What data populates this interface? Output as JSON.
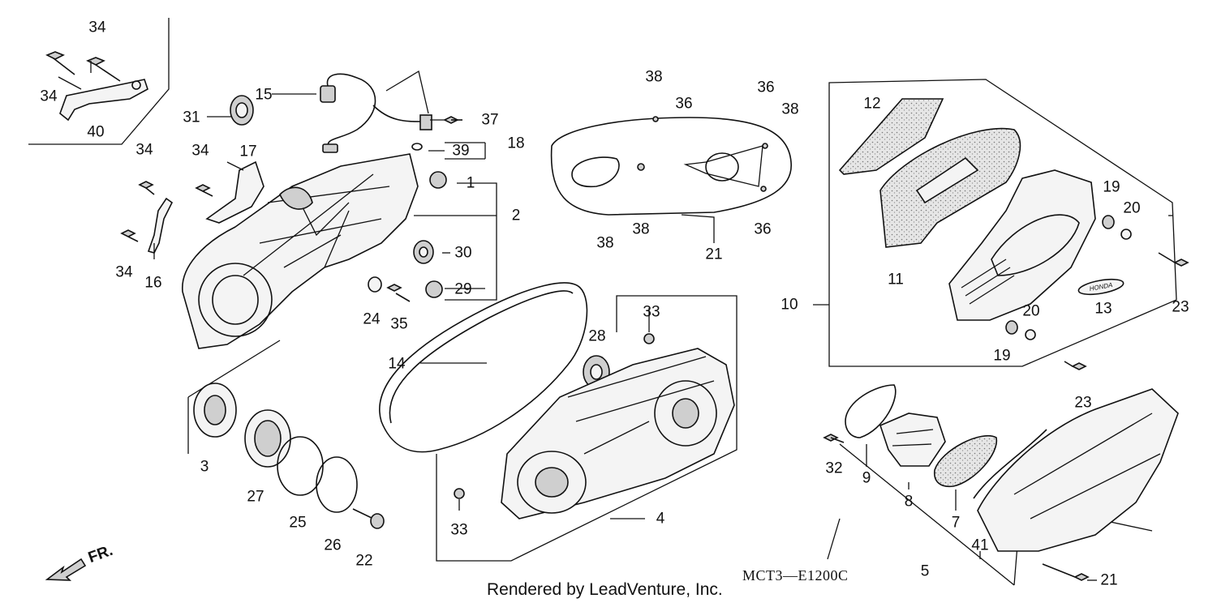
{
  "diagram": {
    "credit": "Rendered by LeadVenture, Inc.",
    "code": "MCT3—E1200C",
    "direction_label": "FR.",
    "emblem_text": "HONDA",
    "callouts": [
      "1",
      "2",
      "3",
      "4",
      "5",
      "7",
      "8",
      "9",
      "10",
      "11",
      "12",
      "13",
      "14",
      "15",
      "16",
      "17",
      "18",
      "19",
      "20",
      "21",
      "22",
      "23",
      "24",
      "25",
      "26",
      "27",
      "28",
      "29",
      "30",
      "31",
      "32",
      "33",
      "34",
      "35",
      "36",
      "37",
      "38",
      "39",
      "40",
      "41"
    ]
  }
}
